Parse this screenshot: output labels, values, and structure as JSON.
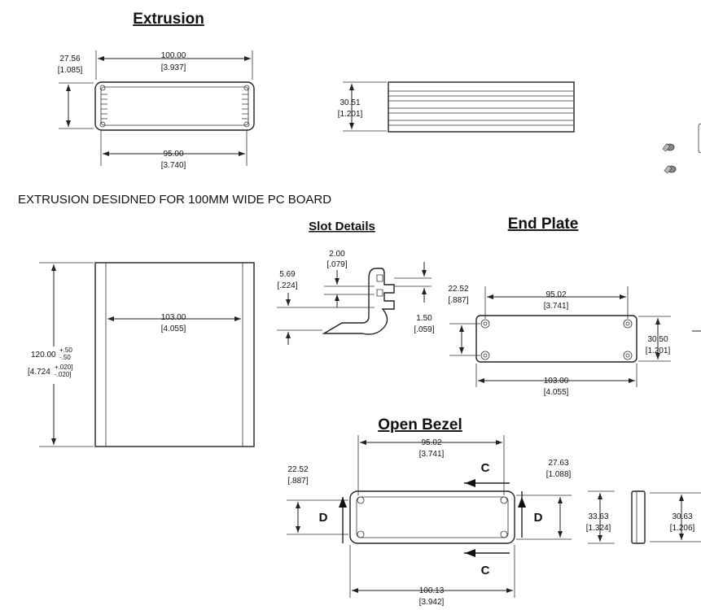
{
  "titles": {
    "extrusion": "Extrusion",
    "slot_details": "Slot Details",
    "end_plate": "End Plate",
    "open_bezel": "Open Bezel"
  },
  "note": "EXTRUSION DESIDNED FOR 100MM WIDE PC BOARD",
  "extrusion_front": {
    "width_top": "100.00",
    "width_top_in": "[3.937]",
    "height": "27.56",
    "height_in": "[1.085]",
    "width_bottom": "95.00",
    "width_bottom_in": "[3.740]"
  },
  "extrusion_side": {
    "height": "30.51",
    "height_in": "[1.201]"
  },
  "extrusion_top": {
    "length": "120.00",
    "tol_plus": "+.50",
    "tol_minus": "-.50",
    "length_in": "[4.724",
    "tol_in_plus": "+.020]",
    "tol_in_minus": "-.020]",
    "width": "103.00",
    "width_in": "[4.055]"
  },
  "slot": {
    "a": "2.00",
    "a_in": "[.079]",
    "b": "5.69",
    "b_in": "[.224]",
    "c": "1.50",
    "c_in": "[.059]"
  },
  "end_plate": {
    "top": "95.02",
    "top_in": "[3.741]",
    "left": "22.52",
    "left_in": "[.887]",
    "right": "30.50",
    "right_in": "[1.201]",
    "bottom": "103.00",
    "bottom_in": "[4.055]"
  },
  "bezel": {
    "top": "95.02",
    "top_in": "[3.741]",
    "left": "22.52",
    "left_in": "[.887]",
    "right": "27.63",
    "right_in": "[1.088]",
    "bottom": "100.13",
    "bottom_in": "[3.942]",
    "side_a": "33.63",
    "side_a_in": "[1.324]",
    "side_b": "30.63",
    "side_b_in": "[1.206]",
    "section_c": "C",
    "section_d": "D"
  }
}
